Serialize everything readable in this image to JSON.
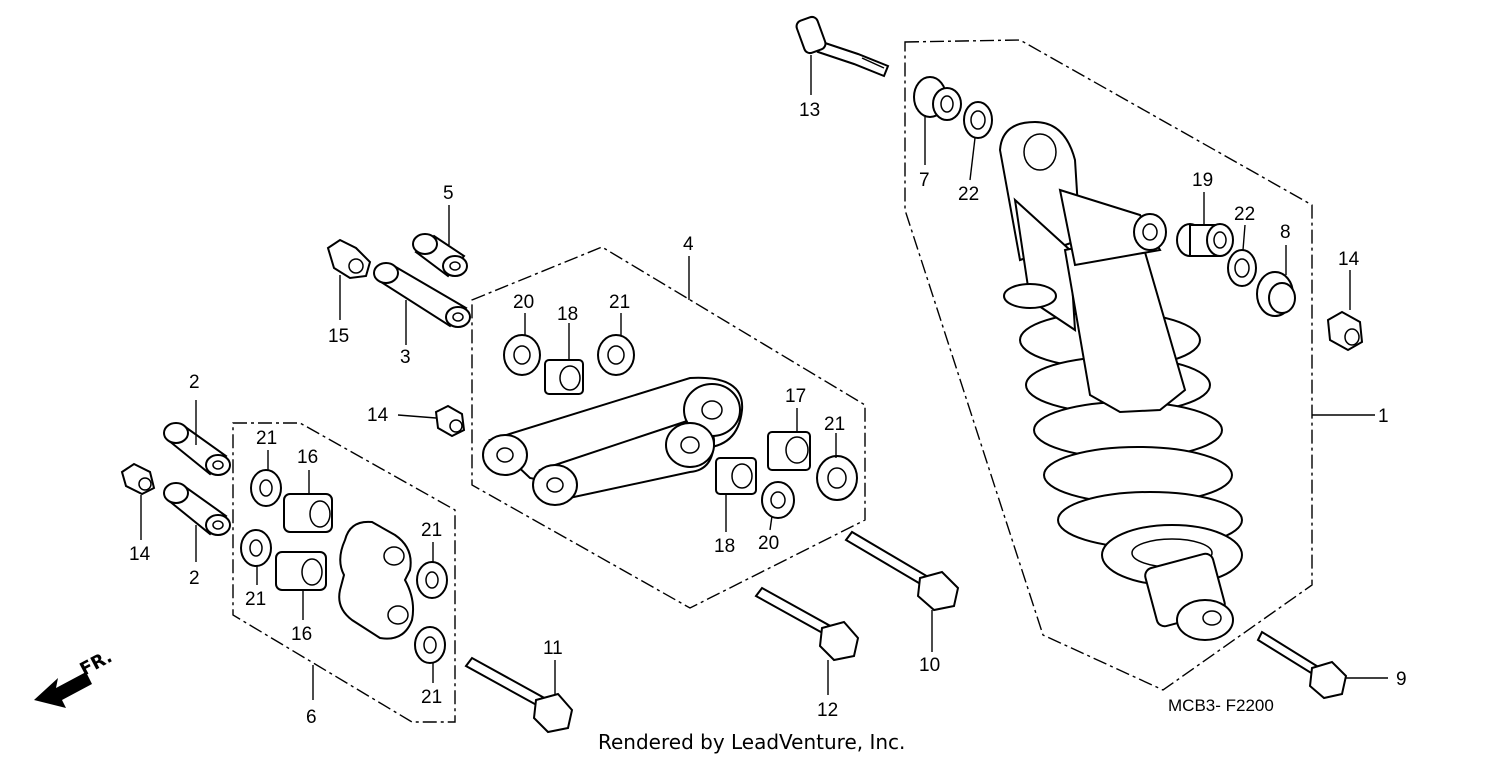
{
  "diagram": {
    "drawing_code": "MCB3- F2200",
    "credit": "Rendered by LeadVenture, Inc.",
    "front_marker": "FR.",
    "callouts": [
      {
        "id": "c1",
        "label": "1"
      },
      {
        "id": "c2a",
        "label": "2"
      },
      {
        "id": "c2b",
        "label": "2"
      },
      {
        "id": "c3",
        "label": "3"
      },
      {
        "id": "c4",
        "label": "4"
      },
      {
        "id": "c5",
        "label": "5"
      },
      {
        "id": "c6",
        "label": "6"
      },
      {
        "id": "c7",
        "label": "7"
      },
      {
        "id": "c8",
        "label": "8"
      },
      {
        "id": "c9",
        "label": "9"
      },
      {
        "id": "c10",
        "label": "10"
      },
      {
        "id": "c11",
        "label": "11"
      },
      {
        "id": "c12",
        "label": "12"
      },
      {
        "id": "c13",
        "label": "13"
      },
      {
        "id": "c14a",
        "label": "14"
      },
      {
        "id": "c14b",
        "label": "14"
      },
      {
        "id": "c14c",
        "label": "14"
      },
      {
        "id": "c15",
        "label": "15"
      },
      {
        "id": "c16a",
        "label": "16"
      },
      {
        "id": "c16b",
        "label": "16"
      },
      {
        "id": "c17",
        "label": "17"
      },
      {
        "id": "c18a",
        "label": "18"
      },
      {
        "id": "c18b",
        "label": "18"
      },
      {
        "id": "c19",
        "label": "19"
      },
      {
        "id": "c20a",
        "label": "20"
      },
      {
        "id": "c20b",
        "label": "20"
      },
      {
        "id": "c21a",
        "label": "21"
      },
      {
        "id": "c21b",
        "label": "21"
      },
      {
        "id": "c21c",
        "label": "21"
      },
      {
        "id": "c21d",
        "label": "21"
      },
      {
        "id": "c21e",
        "label": "21"
      },
      {
        "id": "c21f",
        "label": "21"
      },
      {
        "id": "c22a",
        "label": "22"
      },
      {
        "id": "c22b",
        "label": "22"
      }
    ]
  }
}
